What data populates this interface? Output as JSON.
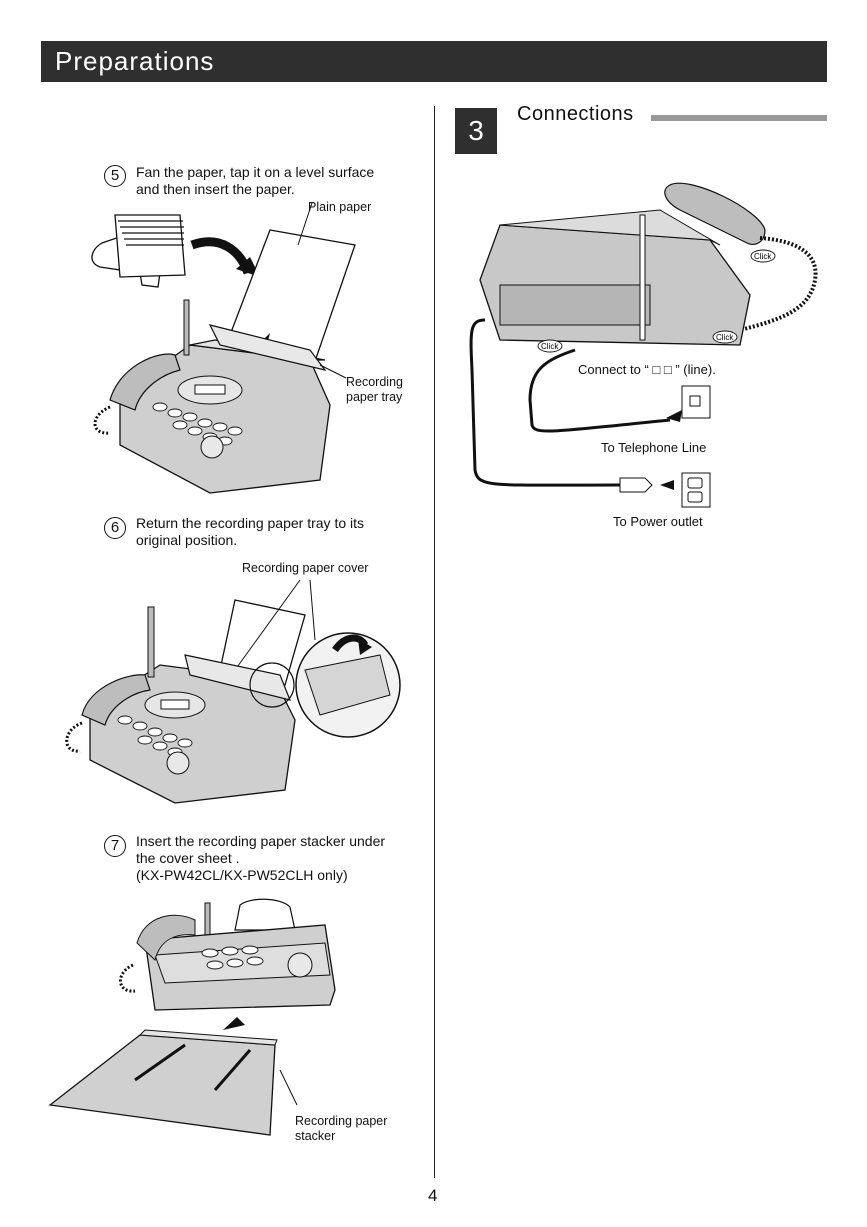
{
  "header": {
    "title": "Preparations"
  },
  "section": {
    "number": "3",
    "title": "Connections"
  },
  "steps": [
    {
      "number": "5",
      "lines": [
        "Fan the paper, tap it on a level surface",
        "and then insert the paper."
      ]
    },
    {
      "number": "6",
      "lines": [
        "Return the recording paper tray to its",
        "original position."
      ]
    },
    {
      "number": "7",
      "lines": [
        "Insert the recording paper stacker under",
        "the cover sheet .",
        "(KX-PW42CL/KX-PW52CLH only)"
      ]
    }
  ],
  "labels": {
    "plain_paper": "Plain paper",
    "recording_tray_1": "Recording",
    "recording_tray_2": "paper tray",
    "recording_cover": "Recording paper cover",
    "stacker_1": "Recording paper",
    "stacker_2": "stacker",
    "connect_line": "Connect to “ □ □ ” (line).",
    "to_telephone_line": "To Telephone Line",
    "to_power_outlet": "To Power outlet",
    "click": "Click"
  },
  "footer": {
    "page_number": "4"
  }
}
